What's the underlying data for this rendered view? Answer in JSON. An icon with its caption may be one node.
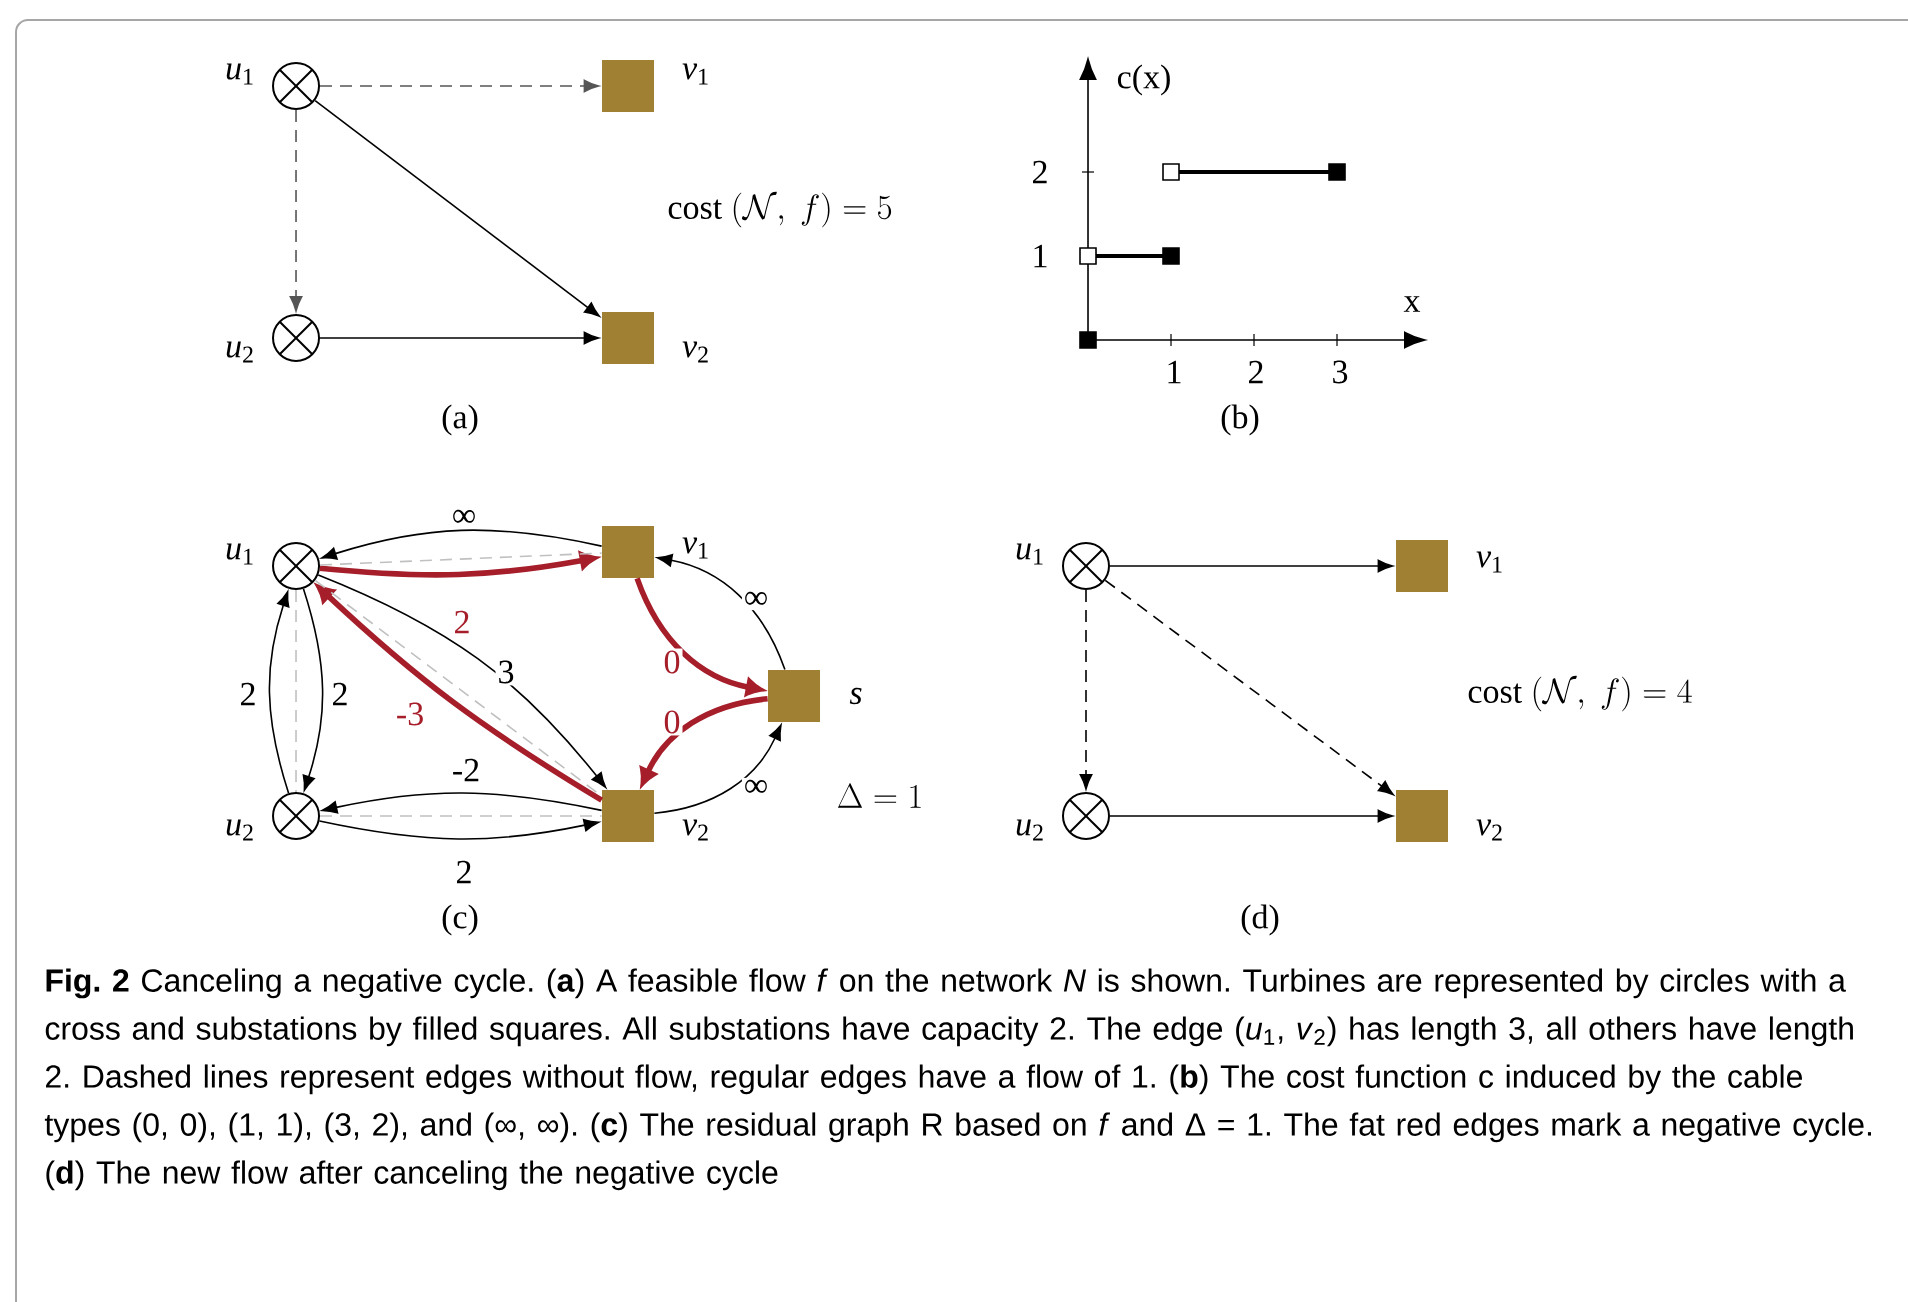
{
  "diagram": {
    "caption": "**Fig. 2** Canceling a negative cycle. (**a**) A feasible flow *f* on the network *N* is shown. Turbines are represented by circles with a cross and substations by filled squares. All substations have capacity 2. The edge (*u*$_{1}$, *v*$_{2}$) has length 3, all others have length 2. Dashed lines represent edges without flow, regular edges have a flow of 1. (**b**) The cost function c induced by the cable types (0, 0), (1, 1), (3, 2), and (∞, ∞). (**c**) The residual graph R based on *f* and Δ = 1. The fat red edges mark a negative cycle. (**d**) The new flow after canceling the negative cycle",
    "nodes": [
      {
        "text": [],
        "shape": "circle",
        "beside": [
          "*u*$_{1}$"
        ]
      },
      {
        "text": [],
        "shape": "box",
        "beside": [
          "*v*$_{1}$"
        ]
      },
      {
        "text": [],
        "shape": "circle",
        "beside": [
          "*u*$_{2}$"
        ]
      },
      {
        "text": [],
        "shape": "box",
        "beside": [
          "*v*$_{2}$"
        ]
      },
      {
        "text": [],
        "shape": "circle",
        "beside": [
          "*u*$_{1}$"
        ]
      },
      {
        "text": [],
        "shape": "box",
        "beside": [
          "*v*$_{1}$"
        ]
      },
      {
        "text": [],
        "shape": "box",
        "beside": [
          "*s*"
        ]
      },
      {
        "text": [],
        "shape": "circle",
        "beside": [
          "*u*$_{2}$"
        ]
      },
      {
        "text": [],
        "shape": "box",
        "beside": [
          "*v*$_{2}$"
        ]
      },
      {
        "text": [],
        "shape": "circle",
        "beside": [
          "*u*$_{1}$"
        ]
      },
      {
        "text": [],
        "shape": "box",
        "beside": [
          "*v*$_{1}$"
        ]
      },
      {
        "text": [],
        "shape": "circle",
        "beside": [
          "*u*$_{2}$"
        ]
      },
      {
        "text": [],
        "shape": "box",
        "beside": [
          "*v*$_{2}$"
        ]
      }
    ],
    "edges": [
      {
        "from": 0,
        "to": 1,
        "arrow": "to",
        "style": "dashed",
        "color": "#555555"
      },
      {
        "from": 0,
        "to": 2,
        "arrow": "to",
        "style": "dashed",
        "color": "#555555"
      },
      {
        "from": 0,
        "to": 3,
        "arrow": "to"
      },
      {
        "from": 2,
        "to": 3,
        "arrow": "to"
      },
      {
        "from": 5,
        "to": 4,
        "arrow": "to",
        "label": "∞"
      },
      {
        "from": 4,
        "to": 5,
        "arrow": "to",
        "label": "2",
        "style": "thick",
        "color": "#a51e2a"
      },
      {
        "from": 4,
        "to": 5,
        "arrow": "none",
        "style": "dashed",
        "color": "#c0c0c0"
      },
      {
        "from": 5,
        "to": 6,
        "arrow": "to",
        "label": "0",
        "style": "thick",
        "color": "#a51e2a"
      },
      {
        "from": 6,
        "to": 5,
        "arrow": "to",
        "label": "∞"
      },
      {
        "from": 6,
        "to": 8,
        "arrow": "to",
        "label": "0",
        "style": "thick",
        "color": "#a51e2a"
      },
      {
        "from": 8,
        "to": 6,
        "arrow": "to",
        "label": "∞"
      },
      {
        "from": 8,
        "to": 4,
        "arrow": "to",
        "label": "-3",
        "style": "thick",
        "color": "#a51e2a"
      },
      {
        "from": 4,
        "to": 8,
        "arrow": "to",
        "label": "3"
      },
      {
        "from": 4,
        "to": 8,
        "arrow": "none",
        "style": "dashed",
        "color": "#c0c0c0"
      },
      {
        "from": 8,
        "to": 7,
        "arrow": "to",
        "label": "-2"
      },
      {
        "from": 7,
        "to": 8,
        "arrow": "to",
        "label": "2"
      },
      {
        "from": 7,
        "to": 8,
        "arrow": "none",
        "style": "dashed",
        "color": "#c0c0c0"
      },
      {
        "from": 7,
        "to": 4,
        "arrow": "to",
        "label": "2"
      },
      {
        "from": 4,
        "to": 7,
        "arrow": "to",
        "label": "2"
      },
      {
        "from": 4,
        "to": 7,
        "arrow": "none",
        "style": "dashed",
        "color": "#c0c0c0"
      },
      {
        "from": 9,
        "to": 10,
        "arrow": "to"
      },
      {
        "from": 9,
        "to": 11,
        "arrow": "to",
        "style": "dashed"
      },
      {
        "from": 9,
        "to": 12,
        "arrow": "to",
        "style": "dashed"
      },
      {
        "from": 11,
        "to": 12,
        "arrow": "to"
      }
    ],
    "labels": [
      "\\mathrm{cost}\\ (\\mathcal{N},\\ f) = 5",
      "(a)",
      "c(x)",
      "2",
      "1",
      "x",
      "1",
      "2",
      "3",
      "(b)",
      "\\Delta = 1",
      "(c)",
      "\\mathrm{cost}\\ (\\mathcal{N},\\ f) = 4",
      "(d)"
    ]
  }
}
